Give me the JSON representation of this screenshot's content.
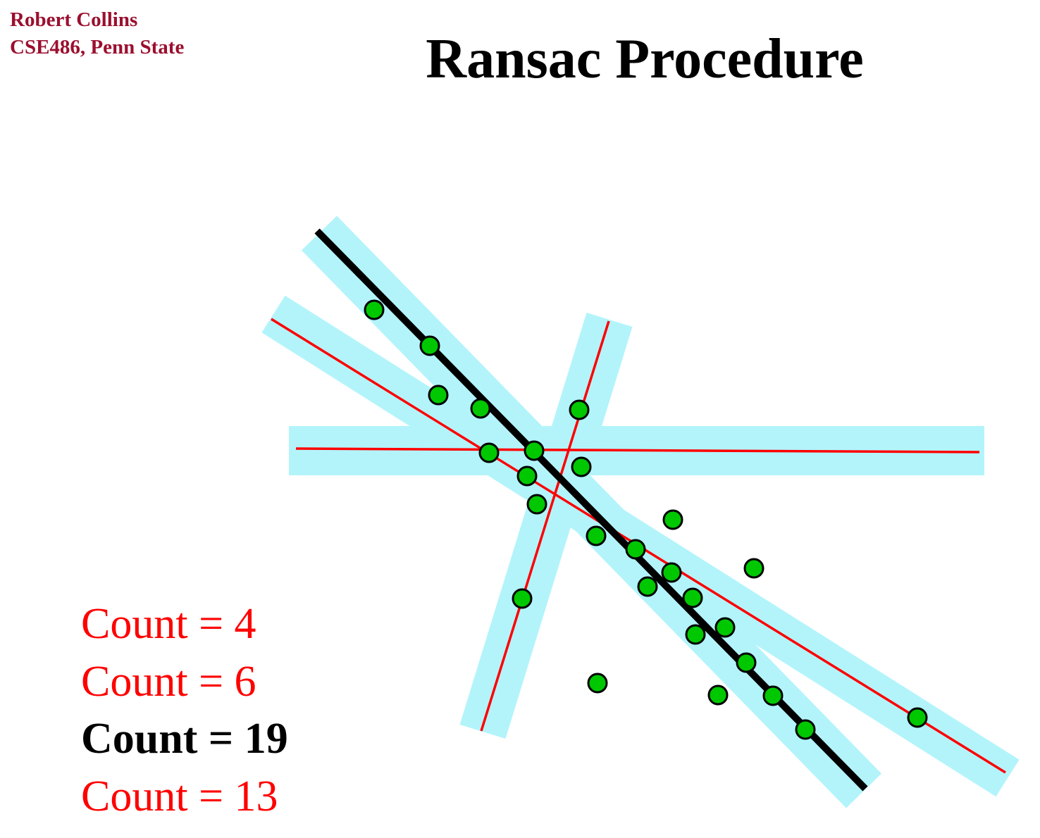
{
  "author": {
    "name": "Robert Collins",
    "course": "CSE486, Penn State"
  },
  "title": "Ransac Procedure",
  "counts": [
    {
      "label": "Count = 4",
      "color": "#ff0000",
      "bold": false
    },
    {
      "label": "Count = 6",
      "color": "#ff0000",
      "bold": false
    },
    {
      "label": "Count = 19",
      "color": "#000000",
      "bold": true
    },
    {
      "label": "Count = 13",
      "color": "#ff0000",
      "bold": false
    }
  ],
  "colors": {
    "band": "#b3f4fb",
    "candidate_line": "#ff0000",
    "best_line": "#000000",
    "point": "#00c800",
    "author": "#9b0f2e"
  }
}
